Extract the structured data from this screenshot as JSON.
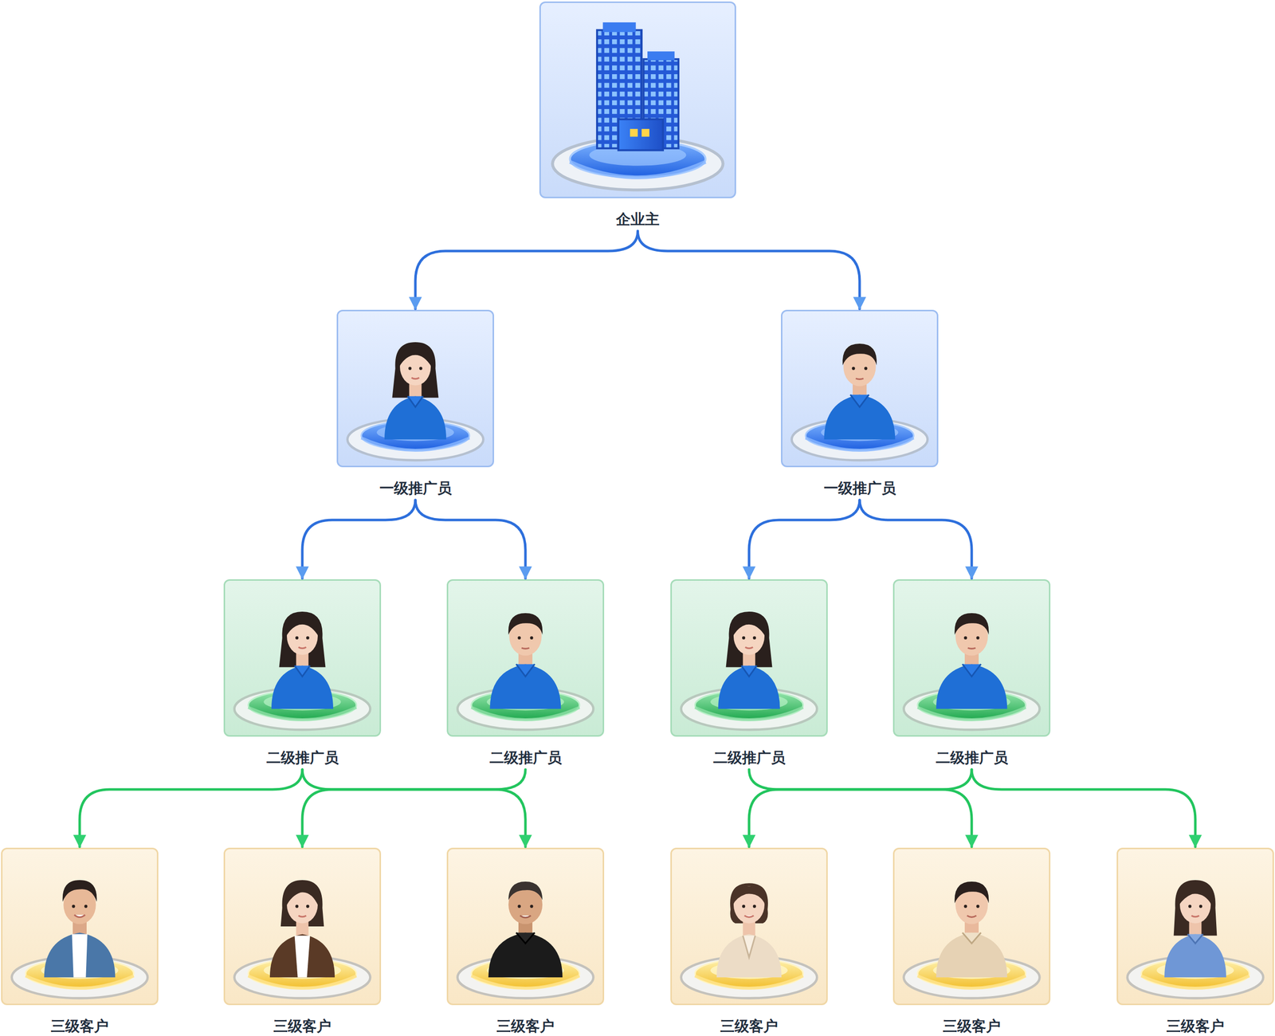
{
  "diagram": {
    "nodes": [
      {
        "text": [
          "企业主"
        ]
      },
      {
        "text": [
          "一级推广员"
        ]
      },
      {
        "text": [
          "一级推广员"
        ]
      },
      {
        "text": [
          "二级推广员"
        ]
      },
      {
        "text": [
          "二级推广员"
        ]
      },
      {
        "text": [
          "二级推广员"
        ]
      },
      {
        "text": [
          "二级推广员"
        ]
      },
      {
        "text": [
          "三级客户"
        ]
      },
      {
        "text": [
          "三级客户"
        ]
      },
      {
        "text": [
          "三级客户"
        ]
      },
      {
        "text": [
          "三级客户"
        ]
      },
      {
        "text": [
          "三级客户"
        ]
      },
      {
        "text": [
          "三级客户"
        ]
      }
    ],
    "edges": [
      {
        "from": 0,
        "to": 1,
        "arrow": "to"
      },
      {
        "from": 0,
        "to": 2,
        "arrow": "to"
      },
      {
        "from": 1,
        "to": 3,
        "arrow": "to"
      },
      {
        "from": 1,
        "to": 4,
        "arrow": "to"
      },
      {
        "from": 2,
        "to": 5,
        "arrow": "to"
      },
      {
        "from": 2,
        "to": 6,
        "arrow": "to"
      },
      {
        "from": 3,
        "to": 7,
        "arrow": "to"
      },
      {
        "from": 3,
        "to": 9,
        "arrow": "to"
      },
      {
        "from": 4,
        "to": 8,
        "arrow": "to"
      },
      {
        "from": 5,
        "to": 11,
        "arrow": "to"
      },
      {
        "from": 6,
        "to": 10,
        "arrow": "to"
      },
      {
        "from": 6,
        "to": 12,
        "arrow": "to"
      }
    ]
  }
}
